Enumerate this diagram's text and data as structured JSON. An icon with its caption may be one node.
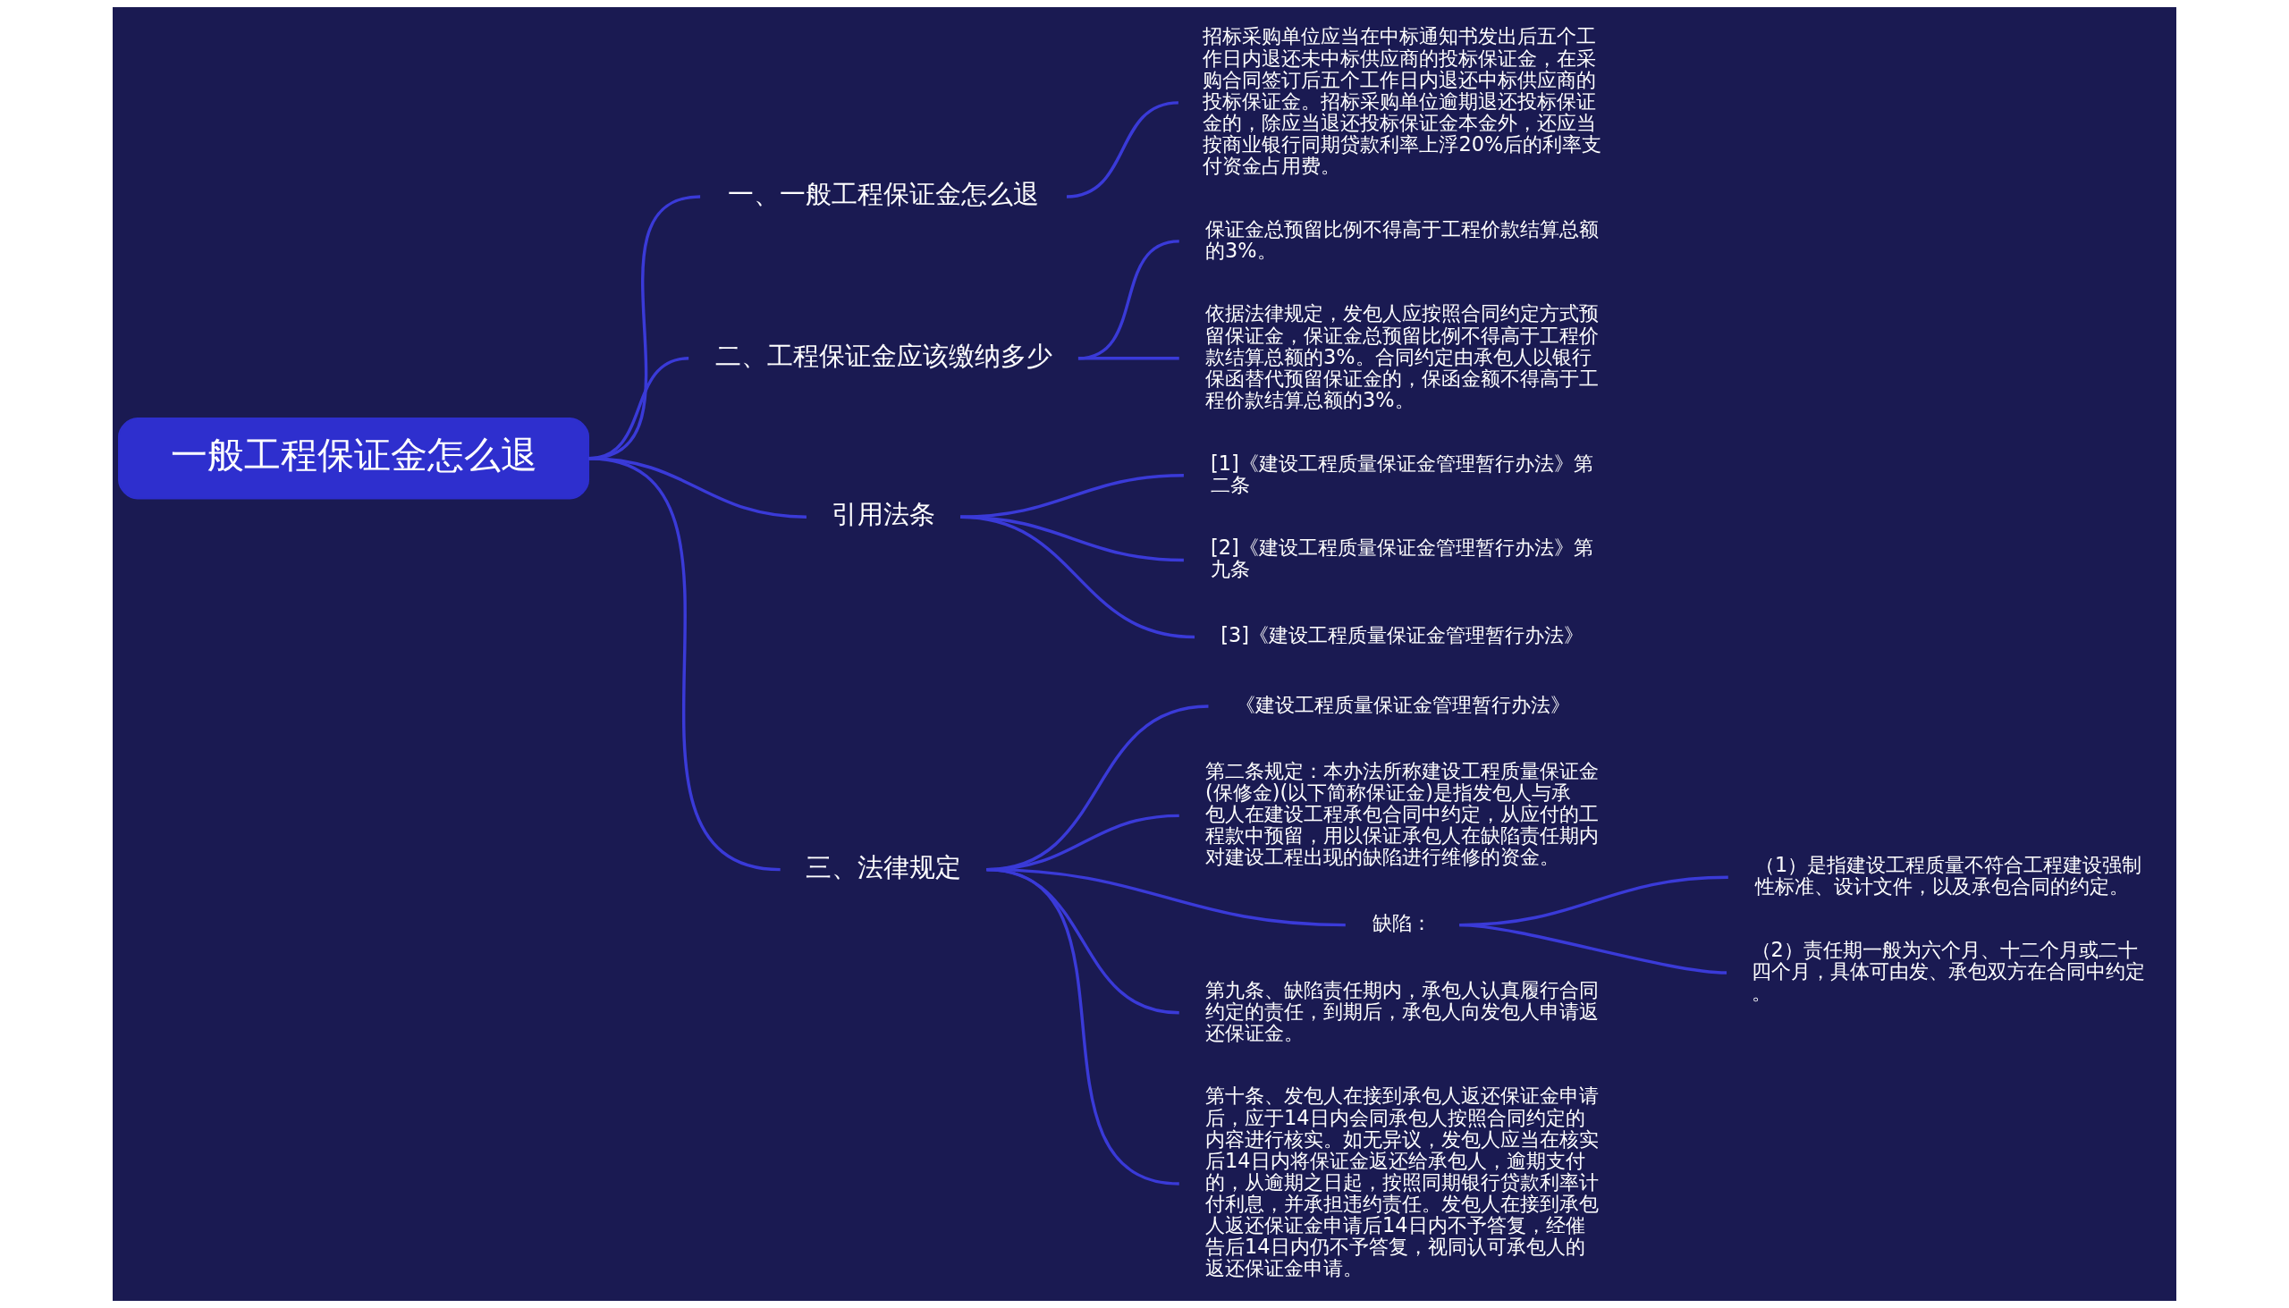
{
  "diagram": {
    "nodes": [
      {
        "text": [
          "一般工程保证金怎么退"
        ]
      },
      {
        "text": [
          "一、一般工程保证金怎么退"
        ]
      },
      {
        "text": [
          "招标采购单位应当在中标通知书发出后五个工作日内退还未中标供应商的投标保证金，在采购合同签订后五个工作日内退还中标供应商的投标保证金。招标采购单位逾期退还投标保证金的，除应当退还投标保证金本金外，还应当按商业银行同期贷款利率上浮20%后的利率支付资金占用费。"
        ]
      },
      {
        "text": [
          "二、工程保证金应该缴纳多少"
        ]
      },
      {
        "text": [
          "保证金总预留比例不得高于工程价款结算总额的3%。"
        ]
      },
      {
        "text": [
          "依据法律规定，发包人应按照合同约定方式预留保证金，保证金总预留比例不得高于工程价款结算总额的3%。合同约定由承包人以银行保函替代预留保证金的，保函金额不得高于工程价款结算总额的3%。"
        ]
      },
      {
        "text": [
          "引用法条"
        ]
      },
      {
        "text": [
          "[1]《建设工程质量保证金管理暂行办法》第二条"
        ]
      },
      {
        "text": [
          "[2]《建设工程质量保证金管理暂行办法》第九条"
        ]
      },
      {
        "text": [
          "[3]《建设工程质量保证金管理暂行办法》"
        ]
      },
      {
        "text": [
          "三、法律规定"
        ]
      },
      {
        "text": [
          "《建设工程质量保证金管理暂行办法》"
        ]
      },
      {
        "text": [
          "第二条规定：本办法所称建设工程质量保证金(保修金)(以下简称保证金)是指发包人与承包人在建设工程承包合同中约定，从应付的工程款中预留，用以保证承包人在缺陷责任期内对建设工程出现的缺陷进行维修的资金。"
        ]
      },
      {
        "text": [
          "缺陷："
        ]
      },
      {
        "text": [
          "（1）是指建设工程质量不符合工程建设强制性标准、设计文件，以及承包合同的约定。"
        ]
      },
      {
        "text": [
          "（2）责任期一般为六个月、十二个月或二十四个月，具体可由发、承包双方在合同中约定。"
        ]
      },
      {
        "text": [
          "第九条、缺陷责任期内，承包人认真履行合同约定的责任，到期后，承包人向发包人申请返还保证金。"
        ]
      },
      {
        "text": [
          "第十条、发包人在接到承包人返还保证金申请后，应于14日内会同承包人按照合同约定的内容进行核实。如无异议，发包人应当在核实后14日内将保证金返还给承包人，逾期支付的，从逾期之日起，按照同期银行贷款利率计付利息，并承担违约责任。发包人在接到承包人返还保证金申请后14日内不予答复，经催告后14日内仍不予答复，视同认可承包人的返还保证金申请。"
        ]
      }
    ],
    "edges": [
      {
        "from": 0,
        "to": 1,
        "arrow": "none"
      },
      {
        "from": 1,
        "to": 2,
        "arrow": "none"
      },
      {
        "from": 0,
        "to": 3,
        "arrow": "none"
      },
      {
        "from": 3,
        "to": 4,
        "arrow": "none"
      },
      {
        "from": 3,
        "to": 5,
        "arrow": "none"
      },
      {
        "from": 0,
        "to": 6,
        "arrow": "none"
      },
      {
        "from": 6,
        "to": 7,
        "arrow": "none"
      },
      {
        "from": 6,
        "to": 8,
        "arrow": "none"
      },
      {
        "from": 6,
        "to": 9,
        "arrow": "none"
      },
      {
        "from": 0,
        "to": 10,
        "arrow": "none"
      },
      {
        "from": 10,
        "to": 11,
        "arrow": "none"
      },
      {
        "from": 10,
        "to": 12,
        "arrow": "none"
      },
      {
        "from": 10,
        "to": 13,
        "arrow": "none"
      },
      {
        "from": 13,
        "to": 14,
        "arrow": "none"
      },
      {
        "from": 13,
        "to": 15,
        "arrow": "none"
      },
      {
        "from": 10,
        "to": 16,
        "arrow": "none"
      },
      {
        "from": 10,
        "to": 17,
        "arrow": "none"
      }
    ]
  }
}
